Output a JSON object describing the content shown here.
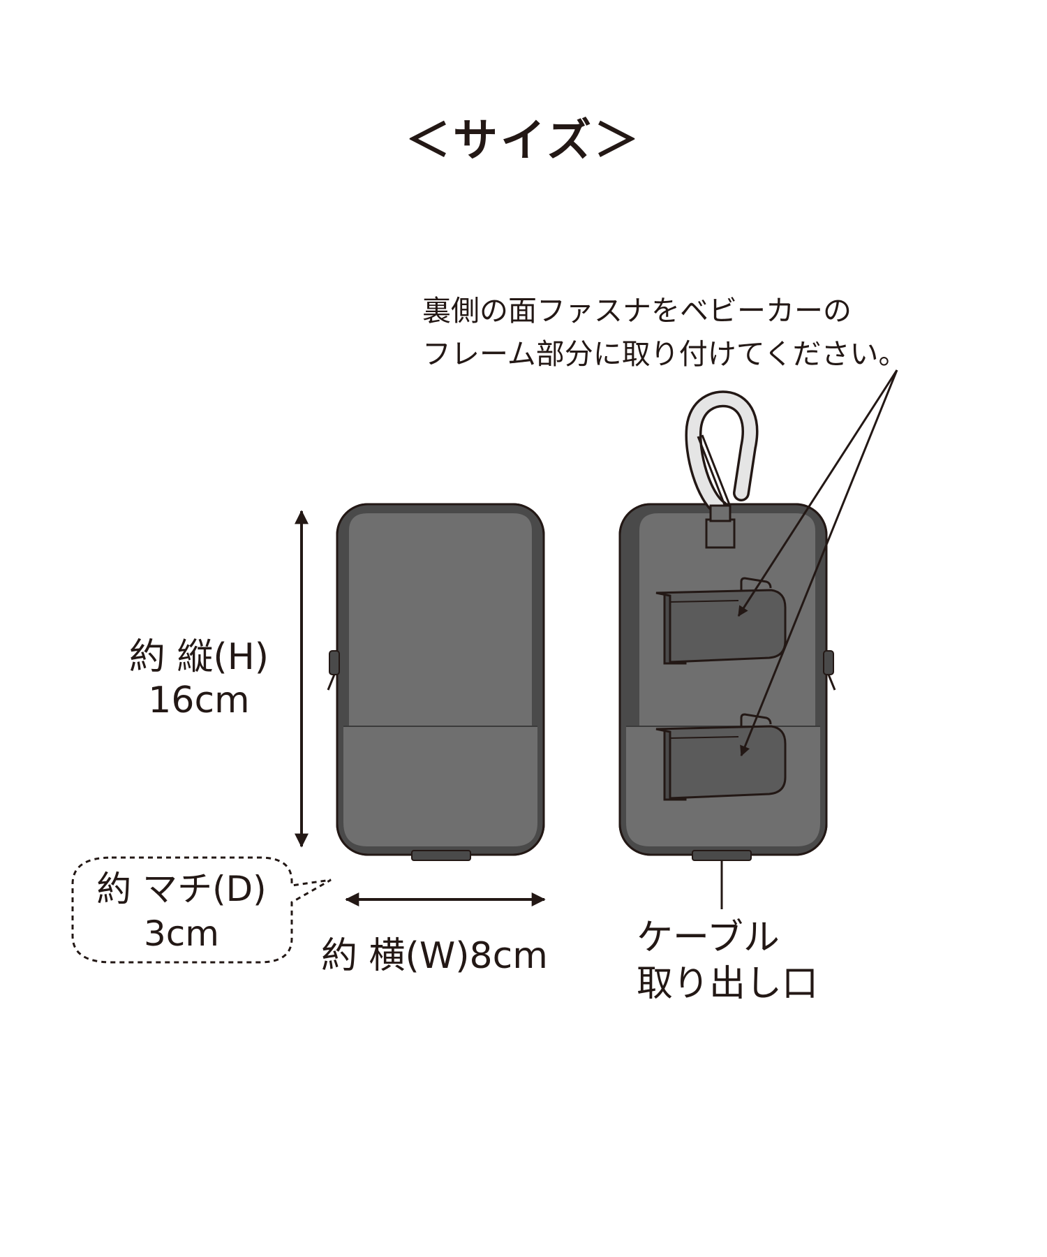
{
  "title": "＜サイズ＞",
  "note": {
    "line1": "裏側の面ファスナをベビーカーの",
    "line2": "フレーム部分に取り付けてください。"
  },
  "height": {
    "line1": "約 縦(H)",
    "line2": "16cm"
  },
  "depth": {
    "line1": "約 マチ(D)",
    "line2": "3cm"
  },
  "width": {
    "text": "約 横(W)8cm"
  },
  "cable": {
    "line1": "ケーブル",
    "line2": "取り出し口"
  },
  "colors": {
    "ink": "#231815",
    "body": "#6f6f6f",
    "mesh": "#4a4a4a",
    "strap": "#5b5b5b",
    "carabiner": "#e5e5e5"
  }
}
